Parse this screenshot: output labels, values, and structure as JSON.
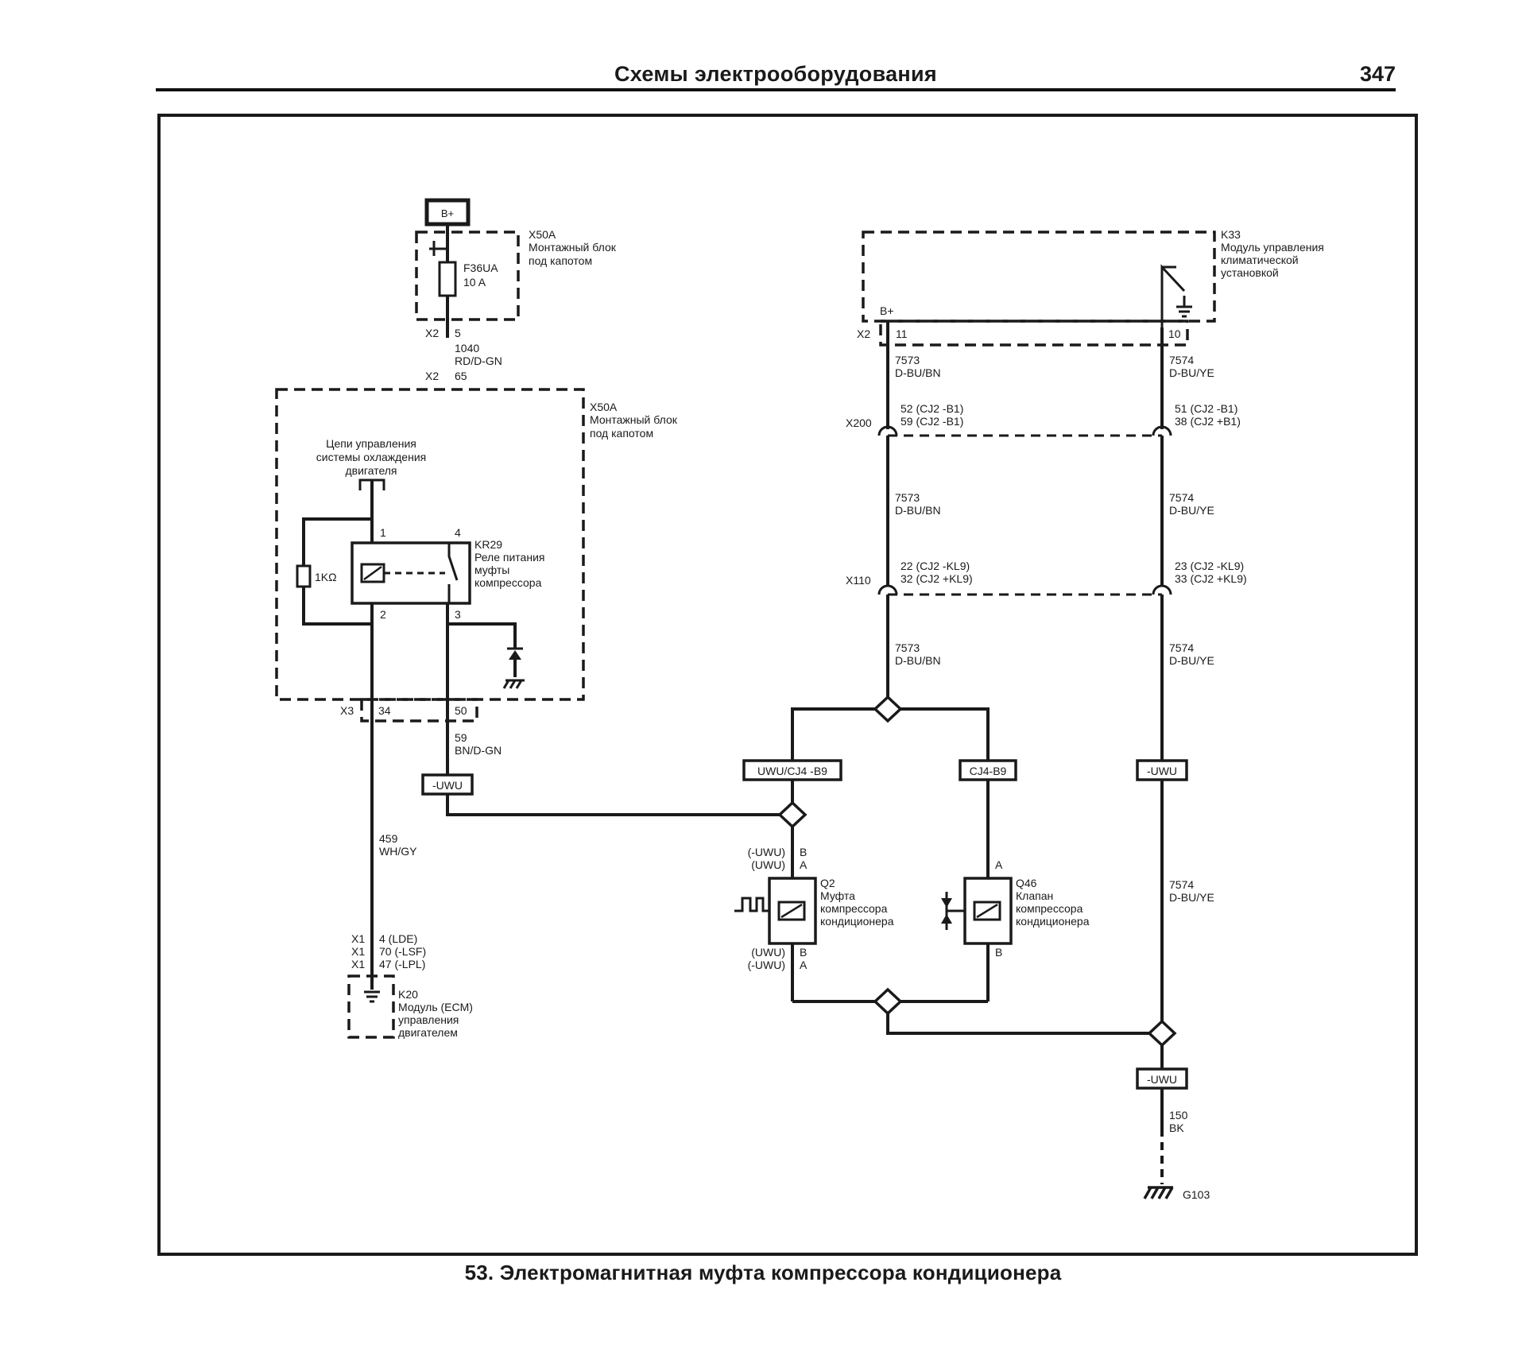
{
  "header": {
    "title": "Схемы электрооборудования",
    "page_number": "347"
  },
  "caption": "53. Электромагнитная муфта компрессора кондиционера",
  "power": {
    "label": "B+"
  },
  "fuse_block_top": {
    "id": "X50A",
    "line1": "Монтажный блок",
    "line2": "под капотом",
    "fuse_id": "F36UA",
    "fuse_rating": "10 A"
  },
  "wire_1040": {
    "conn_top": "X2",
    "pin_top": "5",
    "circuit": "1040",
    "color": "RD/D-GN",
    "conn_bottom": "X2",
    "pin_bottom": "65"
  },
  "fuse_block_main": {
    "id": "X50A",
    "line1": "Монтажный блок",
    "line2": "под капотом"
  },
  "cooling": {
    "line1": "Цепи управления",
    "line2": "системы охлаждения",
    "line3": "двигателя"
  },
  "relay": {
    "id": "KR29",
    "line1": "Реле питания",
    "line2": "муфты",
    "line3": "компрессора",
    "pin1": "1",
    "pin2": "2",
    "pin3": "3",
    "pin4": "4",
    "resistor": "1KΩ"
  },
  "x3": {
    "conn": "X3",
    "pin_a": "34",
    "pin_b": "50"
  },
  "wire_59": {
    "circuit": "59",
    "color": "BN/D-GN"
  },
  "wire_459": {
    "circuit": "459",
    "color": "WH/GY"
  },
  "ecm": {
    "conn1": "X1",
    "conn2": "X1",
    "conn3": "X1",
    "pin1": "4 (LDE)",
    "pin2": "70 (-LSF)",
    "pin3": "47 (-LPL)",
    "id": "K20",
    "line1": "Модуль (ECM)",
    "line2": "управления",
    "line3": "двигателем"
  },
  "hvac": {
    "id": "K33",
    "line1": "Модуль управления",
    "line2": "климатической",
    "line3": "установкой",
    "bplus": "B+",
    "conn": "X2",
    "pin_left": "11",
    "pin_right": "10"
  },
  "wire_7573": {
    "circuit": "7573",
    "color": "D-BU/BN"
  },
  "wire_7574": {
    "circuit": "7574",
    "color": "D-BU/YE"
  },
  "x200": {
    "conn": "X200",
    "left_1": "52 (CJ2 -B1)",
    "left_2": "59 (CJ2 -B1)",
    "right_1": "51 (CJ2 -B1)",
    "right_2": "38 (CJ2 +B1)"
  },
  "x110": {
    "conn": "X110",
    "left_1": "22 (CJ2 -KL9)",
    "left_2": "32 (CJ2 +KL9)",
    "right_1": "23 (CJ2 -KL9)",
    "right_2": "33 (CJ2 +KL9)"
  },
  "options": {
    "left": "UWU/CJ4 -B9",
    "mid": "CJ4-B9",
    "right": "-UWU",
    "x3_out": "-UWU",
    "ground": "-UWU"
  },
  "q2": {
    "id": "Q2",
    "line1": "Муфта",
    "line2": "компрессора",
    "line3": "кондиционера",
    "top_opt1": "(-UWU)",
    "top_opt2": "(UWU)",
    "top_pin1": "B",
    "top_pin2": "A",
    "bot_opt1": "(UWU)",
    "bot_opt2": "(-UWU)",
    "bot_pin1": "B",
    "bot_pin2": "A"
  },
  "q46": {
    "id": "Q46",
    "line1": "Клапан",
    "line2": "компрессора",
    "line3": "кондиционера",
    "pin_top": "A",
    "pin_bottom": "B"
  },
  "ground": {
    "circuit": "150",
    "color": "BK",
    "id": "G103"
  }
}
